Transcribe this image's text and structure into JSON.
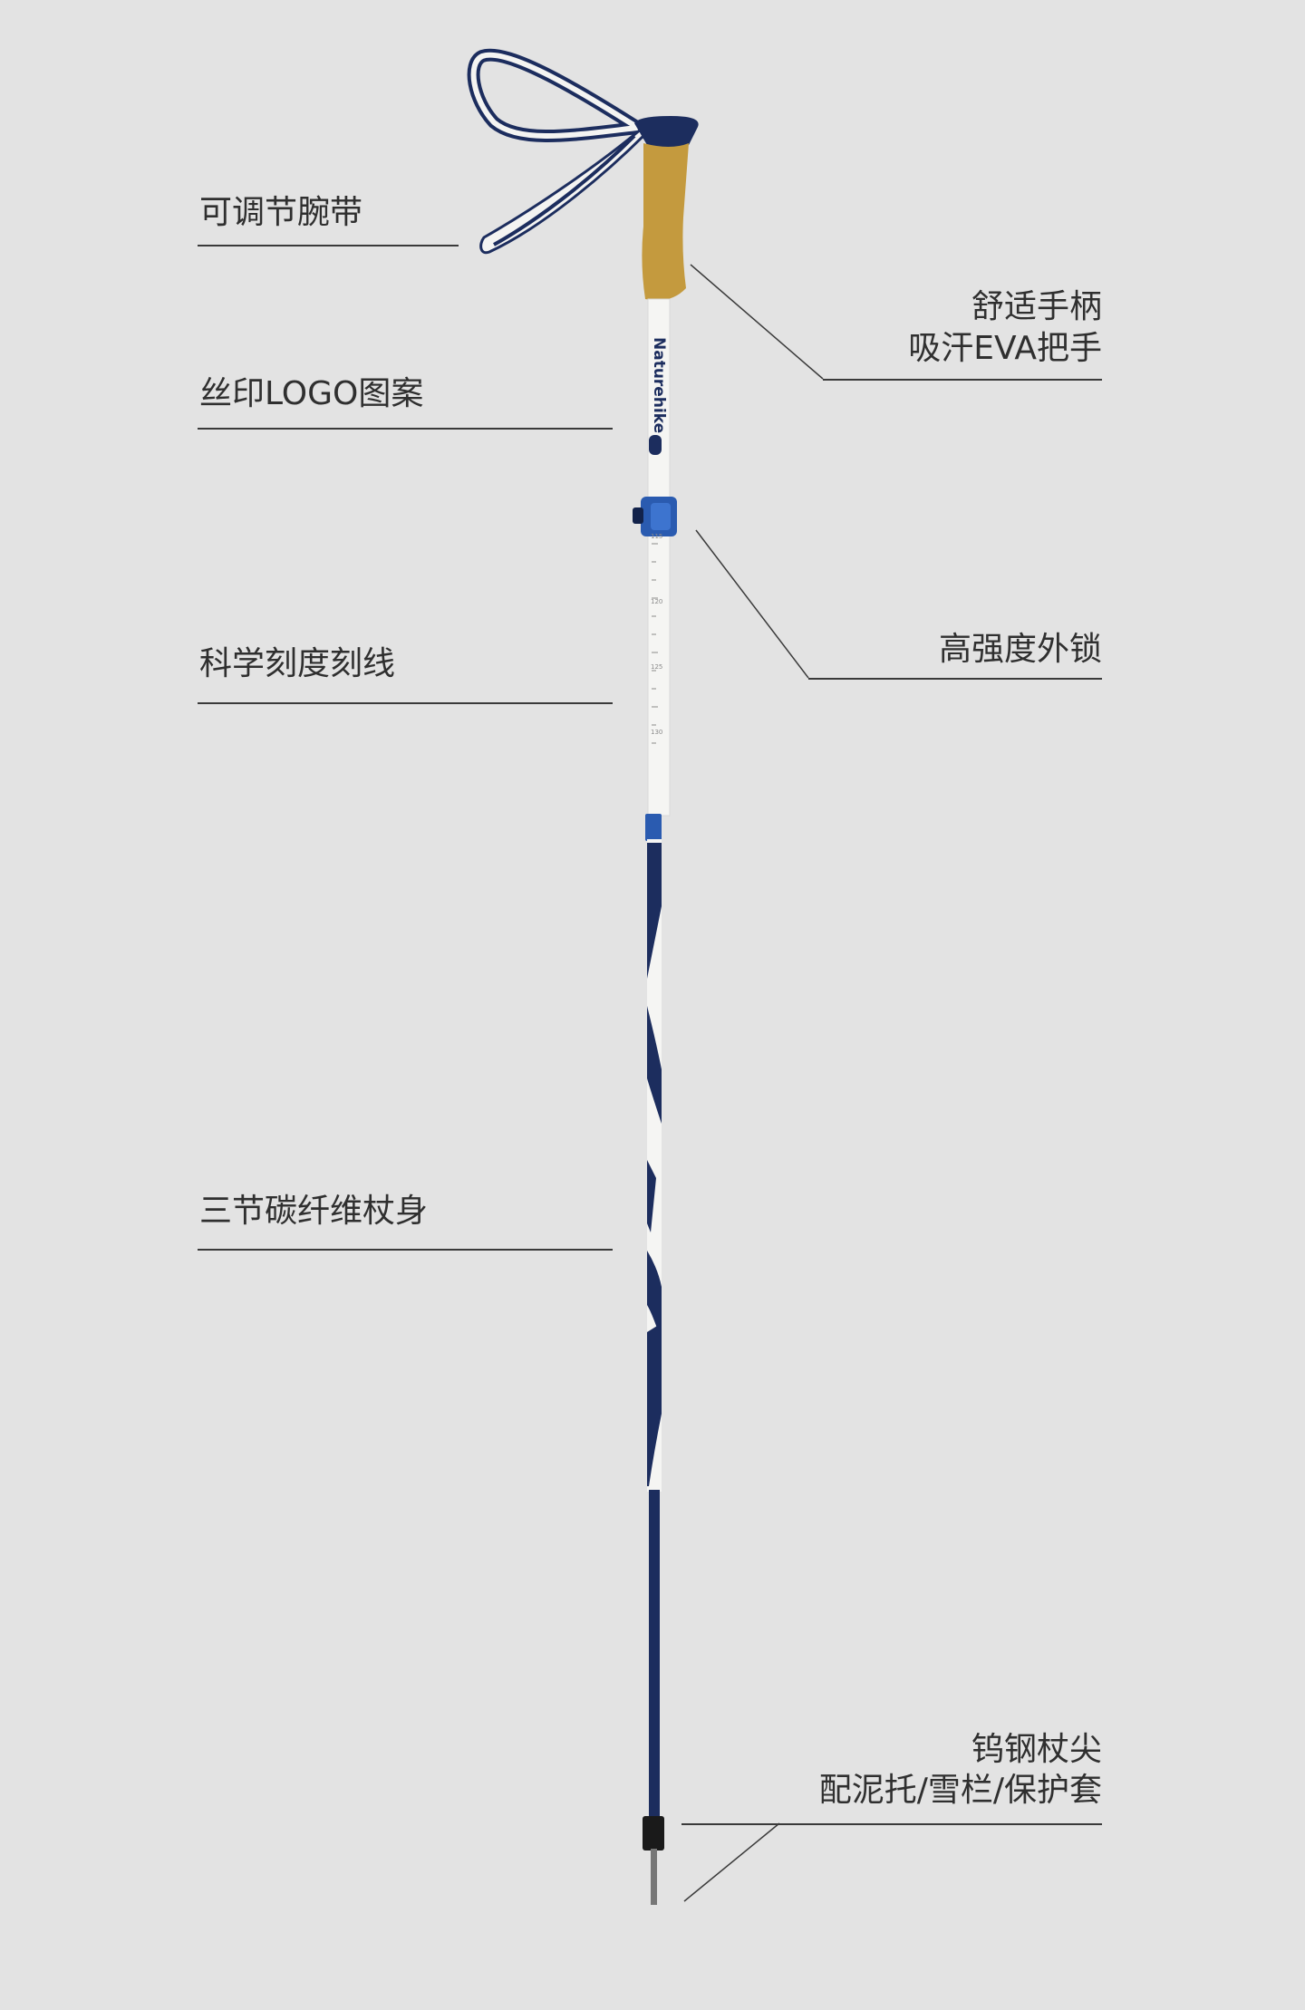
{
  "callouts": {
    "wrist_strap": "可调节腕带",
    "logo": "丝印LOGO图案",
    "scale": "科学刻度刻线",
    "shaft": "三节碳纤维杖身",
    "grip_line1": "舒适手柄",
    "grip_line2": "吸汗EVA把手",
    "lock": "高强度外锁",
    "tip_line1": "钨钢杖尖",
    "tip_line2": "配泥托/雪栏/保护套"
  },
  "product": {
    "brand_text": "Naturehike",
    "badge_text": "",
    "scale_marks": [
      "115",
      "120",
      "125",
      "130"
    ]
  },
  "colors": {
    "background": "#e3e3e3",
    "cork": "#c49a3e",
    "navy": "#1c2d5e",
    "blue_lock": "#2a5bb0",
    "white_shaft": "#f5f5f3"
  }
}
